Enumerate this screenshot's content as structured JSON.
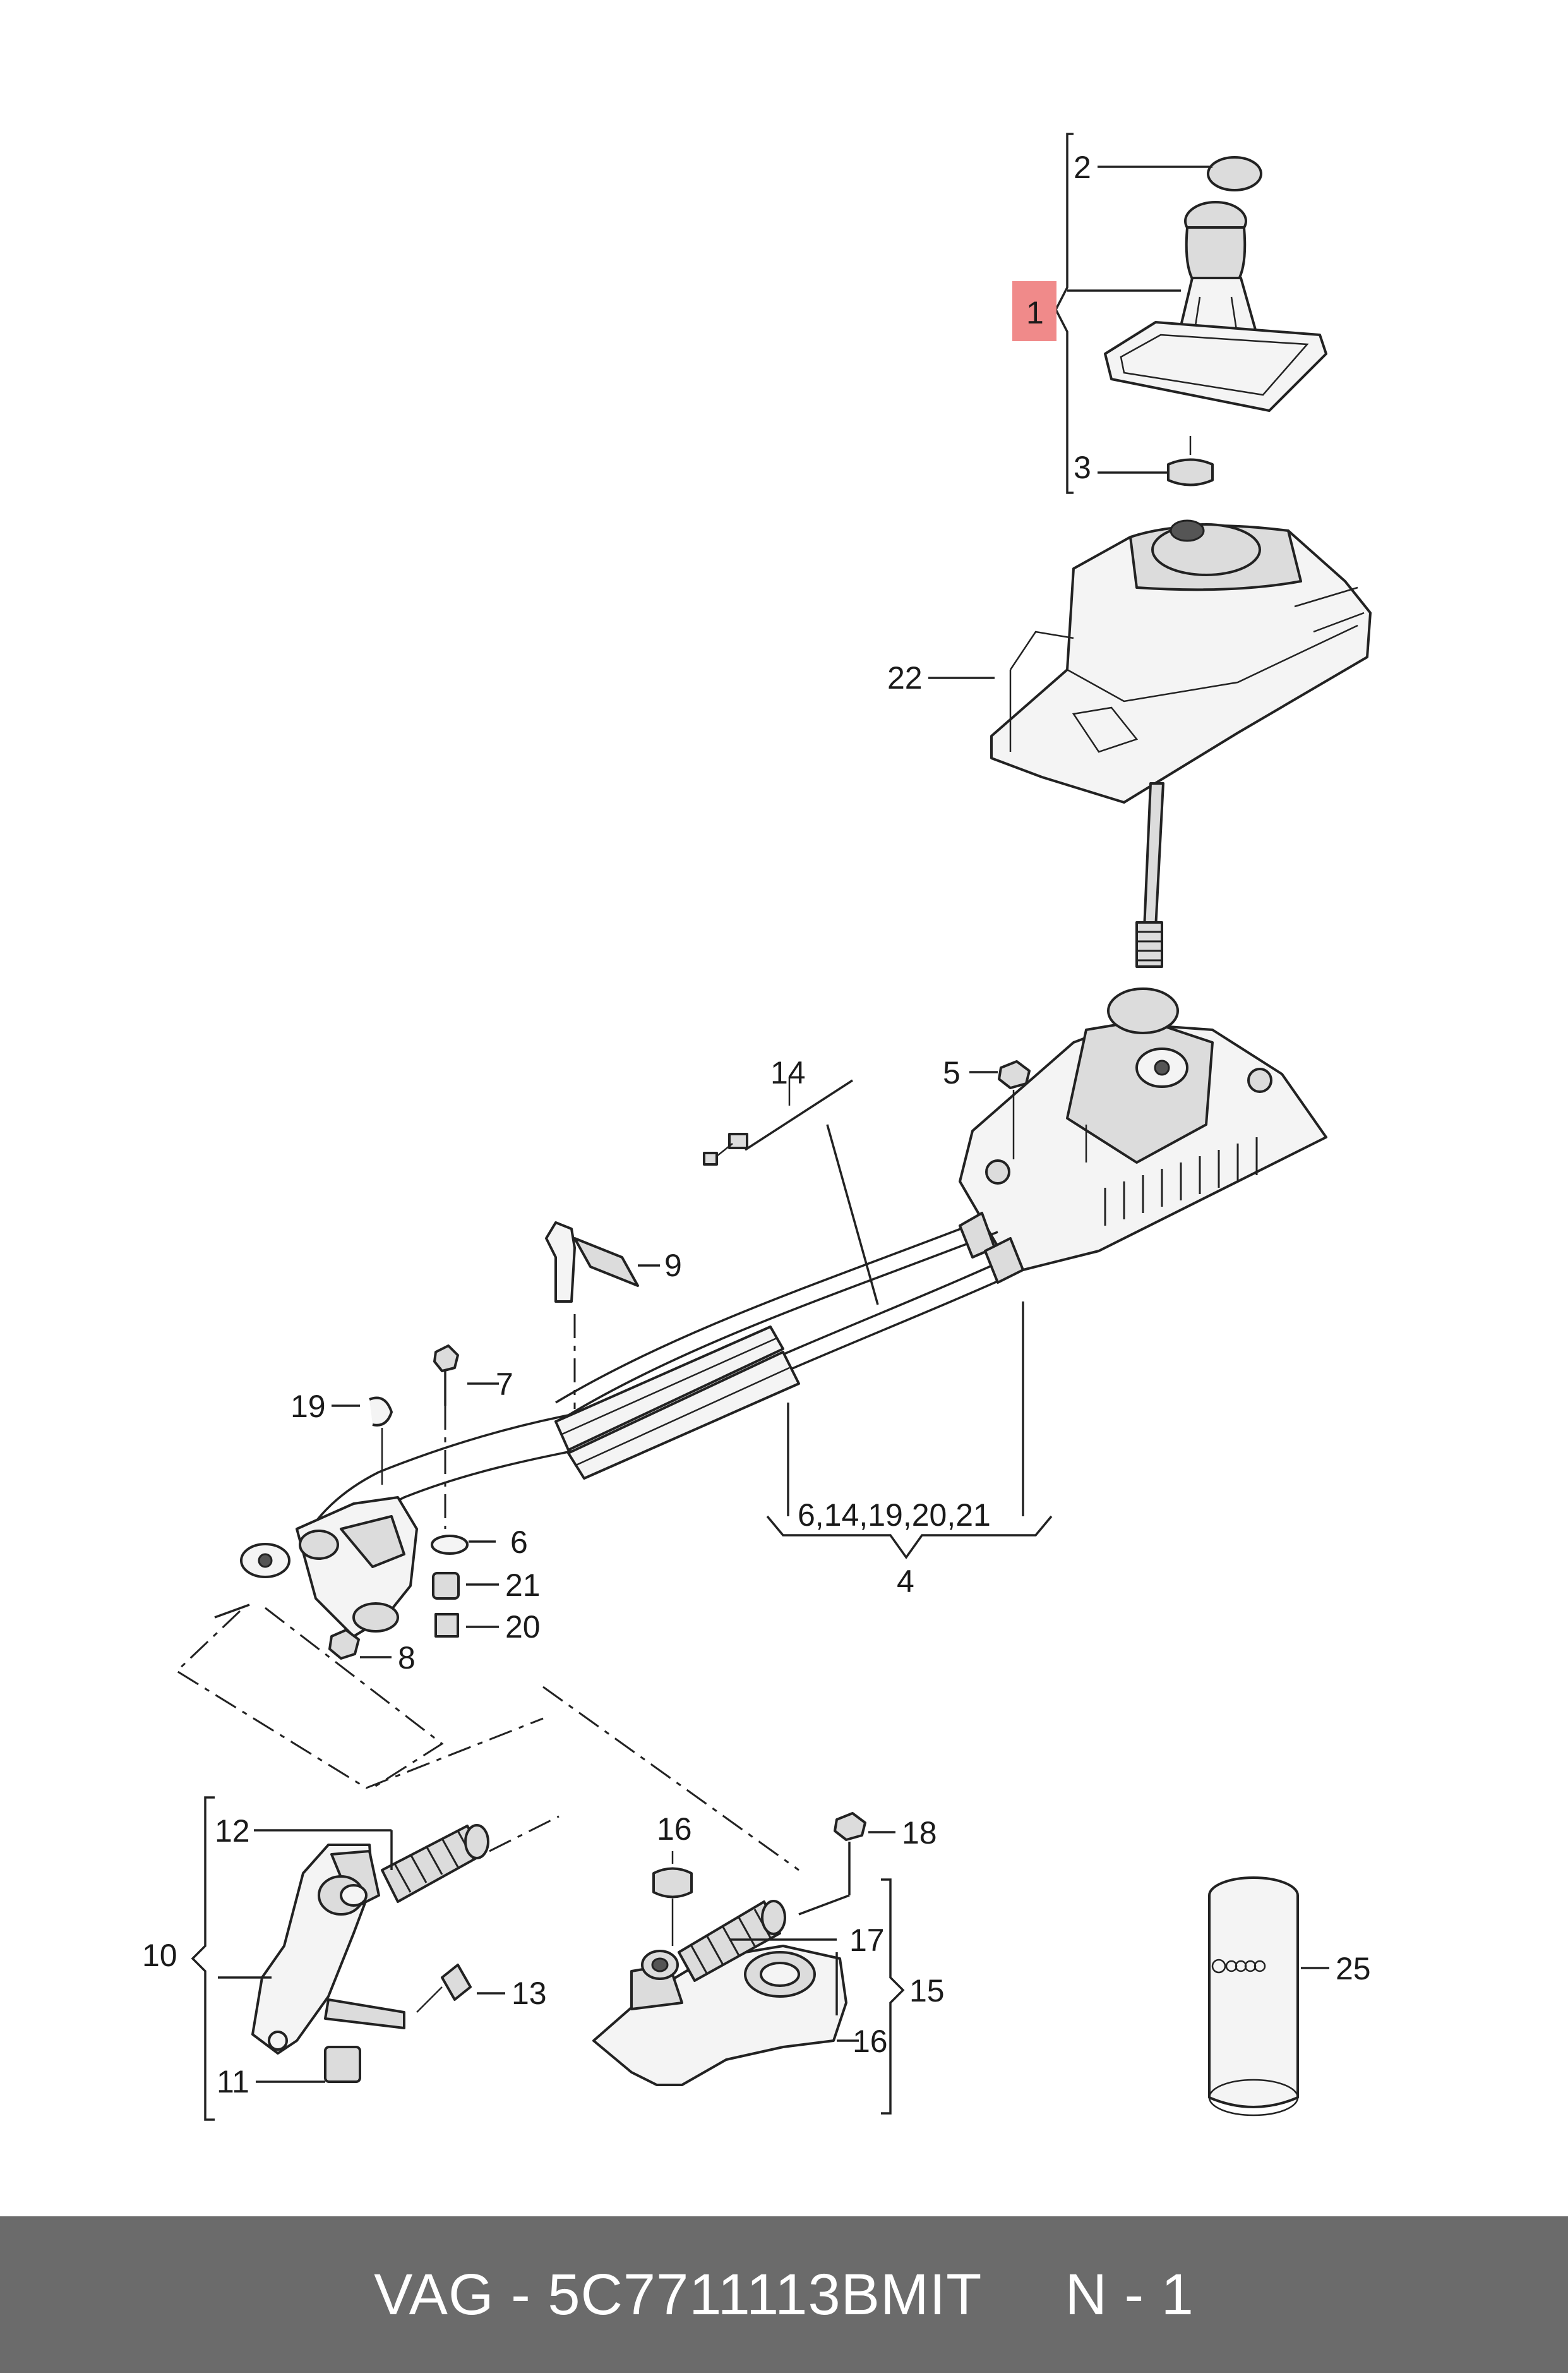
{
  "diagram": {
    "callouts": [
      {
        "id": "c1",
        "text": "1",
        "highlight": true
      },
      {
        "id": "c2",
        "text": "2"
      },
      {
        "id": "c3",
        "text": "3"
      },
      {
        "id": "c22",
        "text": "22"
      },
      {
        "id": "c14",
        "text": "14"
      },
      {
        "id": "c5",
        "text": "5"
      },
      {
        "id": "c9",
        "text": "9"
      },
      {
        "id": "c7",
        "text": "7"
      },
      {
        "id": "c19",
        "text": "19"
      },
      {
        "id": "c6",
        "text": "6"
      },
      {
        "id": "c21",
        "text": "21"
      },
      {
        "id": "c20",
        "text": "20"
      },
      {
        "id": "c8",
        "text": "8"
      },
      {
        "id": "c4group",
        "text": "6,14,19,20,21"
      },
      {
        "id": "c4",
        "text": "4"
      },
      {
        "id": "c12",
        "text": "12"
      },
      {
        "id": "c10",
        "text": "10"
      },
      {
        "id": "c13",
        "text": "13"
      },
      {
        "id": "c11",
        "text": "11"
      },
      {
        "id": "c16a",
        "text": "16"
      },
      {
        "id": "c18",
        "text": "18"
      },
      {
        "id": "c17",
        "text": "17"
      },
      {
        "id": "c15",
        "text": "15"
      },
      {
        "id": "c16b",
        "text": "16"
      },
      {
        "id": "c25",
        "text": "25"
      }
    ],
    "highlight_color": "#f08a8a"
  },
  "footer": {
    "text": "VAG - 5C7711113BMIT     N - 1"
  }
}
